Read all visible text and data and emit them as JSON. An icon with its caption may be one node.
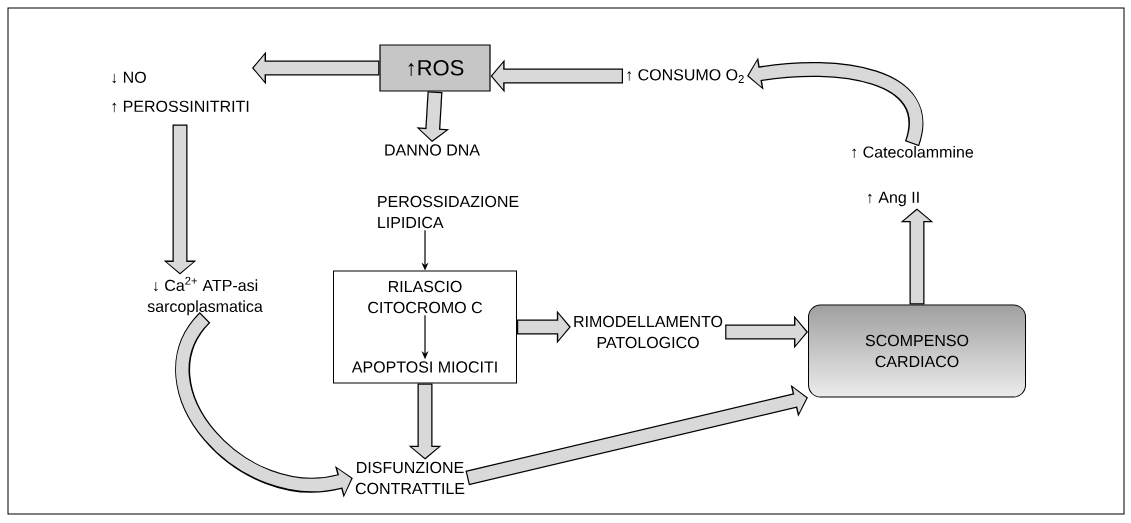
{
  "diagram": {
    "nodes": [
      {
        "text": [
          "↑ROS"
        ]
      },
      {
        "text": [
          "↓ NO",
          "↑ PEROSSINITRITI"
        ]
      },
      {
        "text": [
          "↑ CONSUMO O$_{2}$"
        ]
      },
      {
        "text": [
          "DANNO DNA"
        ]
      },
      {
        "text": [
          "PEROSSIDAZIONE LIPIDICA"
        ]
      },
      {
        "text": [],
        "shape": "box"
      },
      {
        "text": [
          "RILASCIO CITOCROMO C"
        ],
        "in": 5
      },
      {
        "text": [
          "APOPTOSI MIOCITI"
        ],
        "in": 5
      },
      {
        "text": [
          "↓ Ca$^{2+}$ ATP-asi sarcoplasmatica"
        ]
      },
      {
        "text": [
          "DISFUNZIONE CONTRATTILE"
        ]
      },
      {
        "text": [
          "RIMODELLAMENTO PATOLOGICO"
        ]
      },
      {
        "text": [
          "SCOMPENSO CARDIACO"
        ]
      },
      {
        "text": [
          "↑ Ang II"
        ]
      },
      {
        "text": [
          "↑ Catecolammine"
        ]
      }
    ],
    "edges": [
      {
        "from": 0,
        "to": 1,
        "arrow": "to"
      },
      {
        "from": 2,
        "to": 0,
        "arrow": "to"
      },
      {
        "from": 0,
        "to": 3,
        "arrow": "to"
      },
      {
        "from": 4,
        "to": 5,
        "arrow": "to",
        "color": "#000000"
      },
      {
        "from": 6,
        "to": 7,
        "arrow": "to",
        "color": "#000000"
      },
      {
        "from": 1,
        "to": 8,
        "arrow": "to"
      },
      {
        "from": 8,
        "to": 9,
        "arrow": "to"
      },
      {
        "from": 5,
        "to": 9,
        "arrow": "to"
      },
      {
        "from": 5,
        "to": 10,
        "arrow": "to"
      },
      {
        "from": 10,
        "to": 11,
        "arrow": "to"
      },
      {
        "from": 9,
        "to": 11,
        "arrow": "to"
      },
      {
        "from": 11,
        "to": 12,
        "arrow": "to"
      },
      {
        "from": 13,
        "to": 2,
        "arrow": "to"
      }
    ]
  }
}
